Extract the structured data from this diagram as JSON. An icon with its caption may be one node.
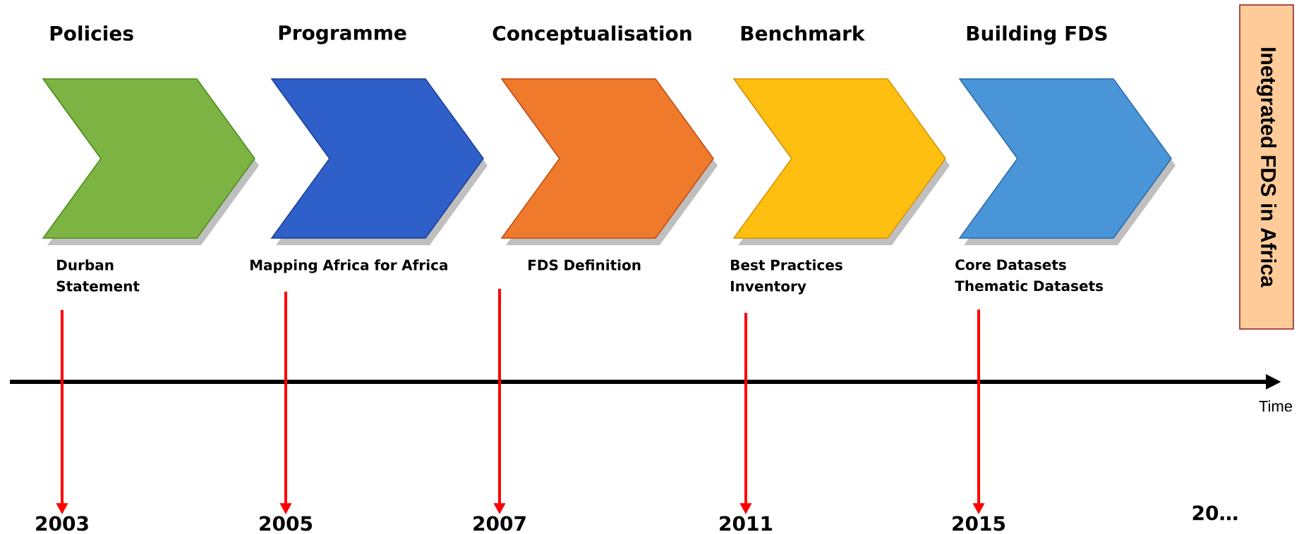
{
  "diagram": {
    "nodes": [
      {
        "text": [
          "Policies"
        ]
      },
      {
        "text": [
          "Programme"
        ]
      },
      {
        "text": [
          "Conceptualisation"
        ]
      },
      {
        "text": [
          "Benchmark"
        ]
      },
      {
        "text": [
          "Building FDS"
        ]
      },
      {
        "text": [
          "Durban Statement"
        ]
      },
      {
        "text": [
          "Mapping Africa for Africa"
        ]
      },
      {
        "text": [
          "FDS Definition"
        ]
      },
      {
        "text": [
          "Best Practices Inventory"
        ]
      },
      {
        "text": [
          "Core Datasets Thematic Datasets"
        ]
      },
      {
        "text": [
          "2003"
        ]
      },
      {
        "text": [
          "2005"
        ]
      },
      {
        "text": [
          "2007"
        ]
      },
      {
        "text": [
          "2011"
        ]
      },
      {
        "text": [
          "2015"
        ]
      },
      {
        "text": [
          "Inetgrated FDS in Africa"
        ]
      }
    ],
    "edges": [
      {
        "from": 5,
        "to": 10,
        "arrow": "to"
      },
      {
        "from": 6,
        "to": 11,
        "arrow": "to"
      },
      {
        "from": 7,
        "to": 12,
        "arrow": "to"
      },
      {
        "from": 8,
        "to": 13,
        "arrow": "to"
      },
      {
        "from": 9,
        "to": 14,
        "arrow": "to"
      }
    ],
    "labels": [
      "Time",
      "20…"
    ]
  }
}
